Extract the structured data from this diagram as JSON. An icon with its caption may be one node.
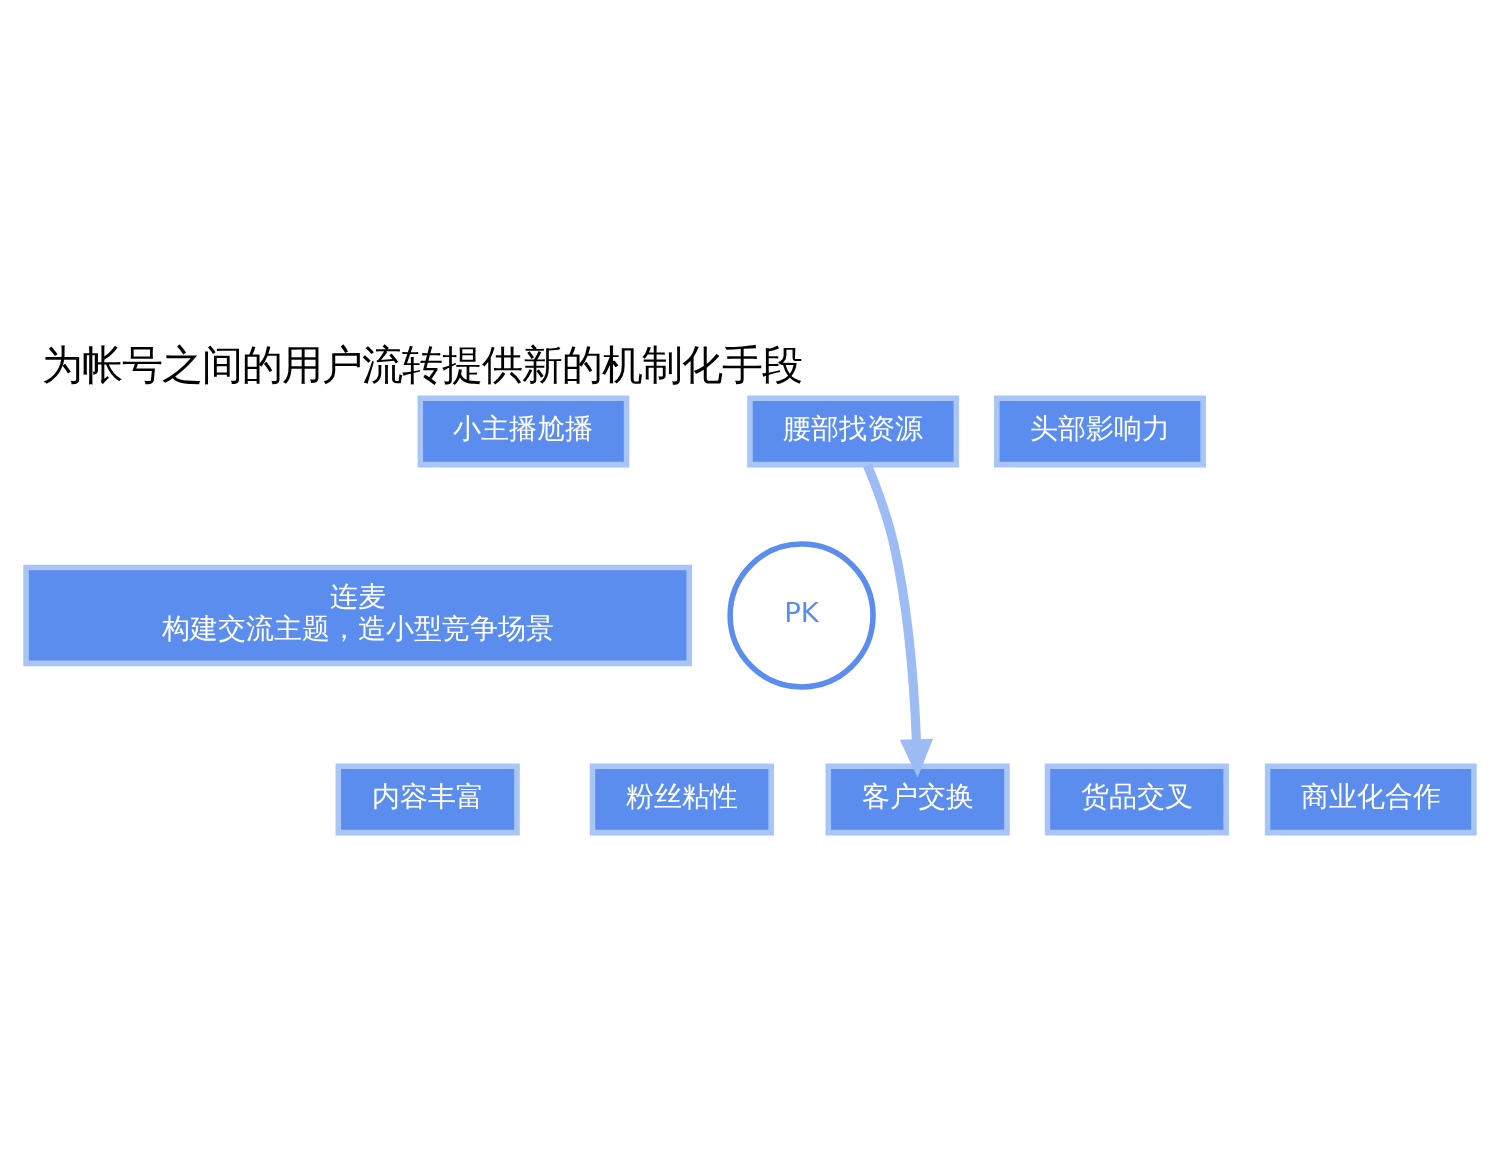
{
  "diagram": {
    "title": "为帐号之间的用户流转提供新的机制化手段",
    "nodes": [
      {
        "text": [
          "小主播尬播"
        ]
      },
      {
        "text": [
          "腰部找资源"
        ]
      },
      {
        "text": [
          "头部影响力"
        ]
      },
      {
        "text": [
          "连麦",
          "构建交流主题，造小型竞争场景"
        ]
      },
      {
        "text": [
          "PK"
        ]
      },
      {
        "text": [
          "内容丰富"
        ]
      },
      {
        "text": [
          "粉丝粘性"
        ]
      },
      {
        "text": [
          "客户交换"
        ]
      },
      {
        "text": [
          "货品交叉"
        ]
      },
      {
        "text": [
          "商业化合作"
        ]
      }
    ],
    "edges": [
      {
        "from": 1,
        "to": 7,
        "arrow": "to"
      }
    ]
  }
}
